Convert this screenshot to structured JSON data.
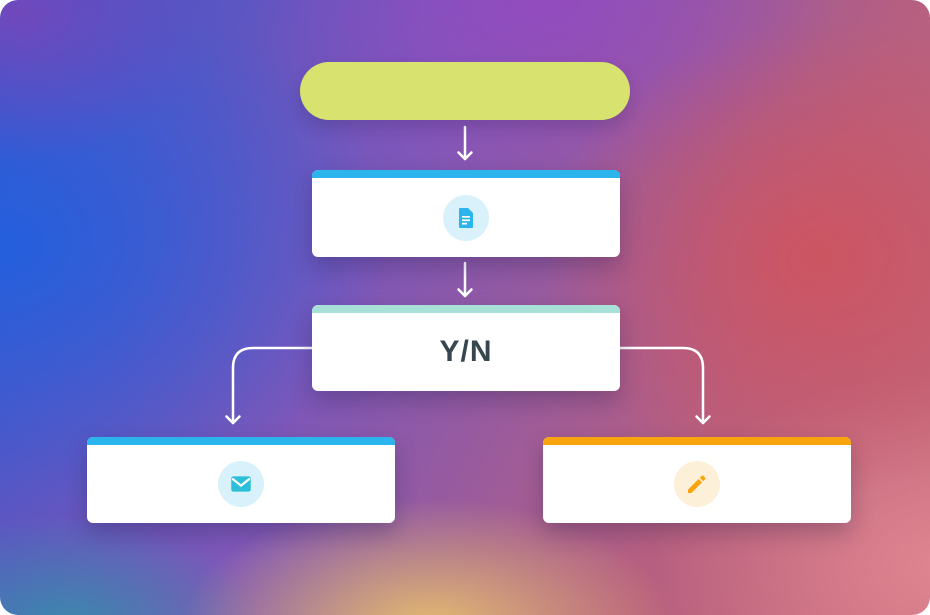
{
  "palette": {
    "arrow": "#ffffff",
    "card_background": "#ffffff",
    "background_blue": "#2e62d9",
    "background_purple": "#8a55b4",
    "background_pink": "#c25b74",
    "background_yellow": "#ecc96b",
    "background_teal": "#2f9aa8"
  },
  "diagram": {
    "type": "flowchart",
    "nodes": {
      "start": {
        "kind": "pill",
        "color": "#d7e36e"
      },
      "document": {
        "kind": "card",
        "stripe_color": "#2cb4ec",
        "icon": "document-icon",
        "icon_color": "#2cb4ec",
        "icon_bg": "#d9f1fb"
      },
      "decision": {
        "kind": "card",
        "stripe_color": "#a6e0d6",
        "label": "Y/N",
        "label_color": "#36474f"
      },
      "email": {
        "kind": "card",
        "stripe_color": "#2cb4ec",
        "icon": "mail-icon",
        "icon_color": "#2bc0d8",
        "icon_bg": "#d9f1fb"
      },
      "edit": {
        "kind": "card",
        "stripe_color": "#f9a40d",
        "icon": "pencil-icon",
        "icon_color": "#f9a40d",
        "icon_bg": "#fdf0d8"
      }
    },
    "edges": [
      {
        "from": "start",
        "to": "document",
        "style": "straight-down"
      },
      {
        "from": "document",
        "to": "decision",
        "style": "straight-down"
      },
      {
        "from": "decision",
        "to": "email",
        "style": "curve-left-down"
      },
      {
        "from": "decision",
        "to": "edit",
        "style": "curve-right-down"
      }
    ]
  }
}
